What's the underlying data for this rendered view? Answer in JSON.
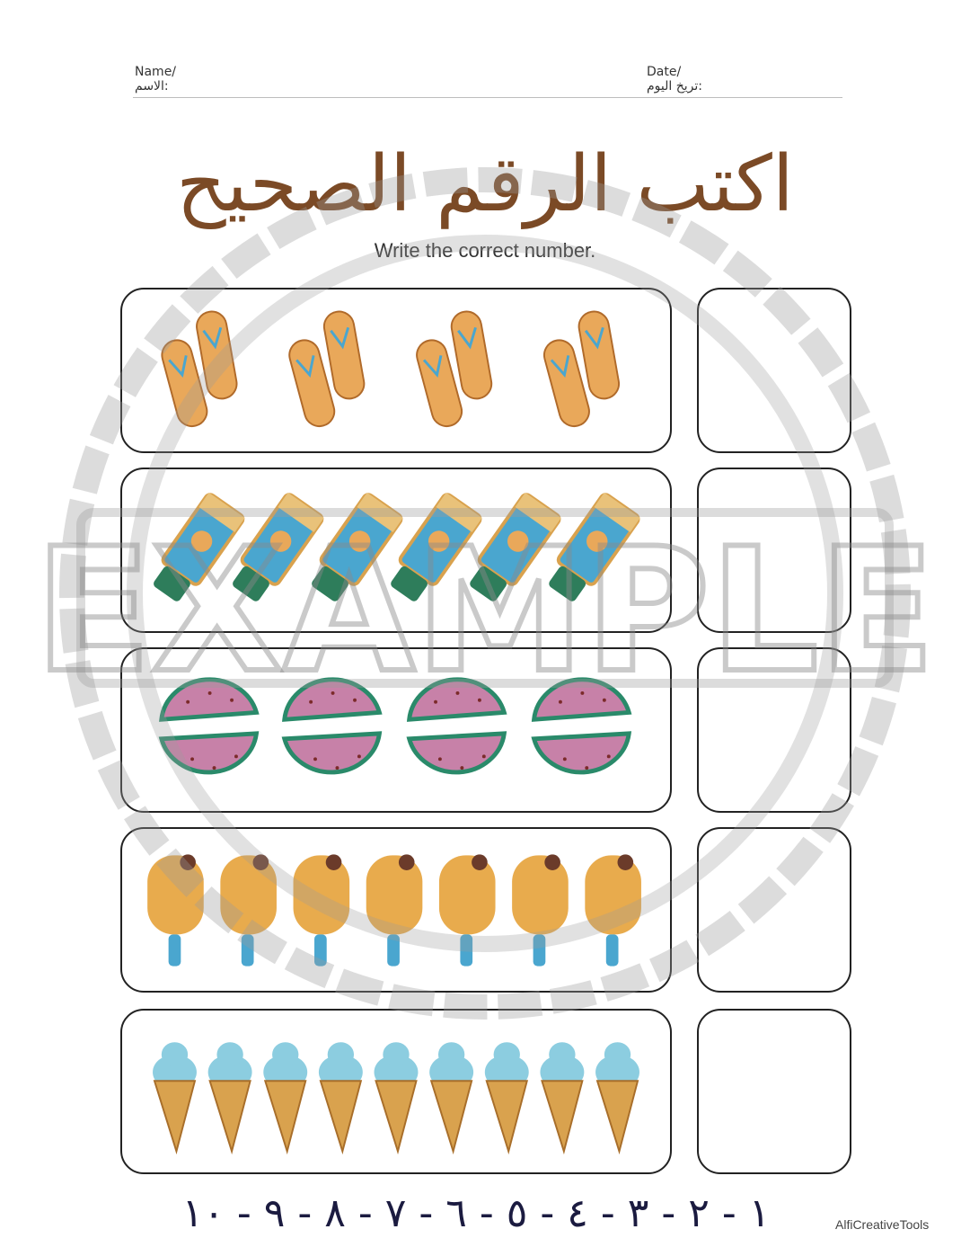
{
  "header": {
    "name_label": "Name/",
    "name_label_ar": ":الاسم",
    "date_label": "Date/",
    "date_label_ar": ":تريخ اليوم"
  },
  "title_ar": "اكتب الرقم الصحيح",
  "subtitle": "Write the correct number.",
  "rows": [
    {
      "item": "flip-flops-icon",
      "count": 8
    },
    {
      "item": "sunscreen-tube-icon",
      "count": 6
    },
    {
      "item": "watermelon-slice-icon",
      "count": 4
    },
    {
      "item": "popsicle-icon",
      "count": 7
    },
    {
      "item": "ice-cream-cone-icon",
      "count": 9
    }
  ],
  "number_line": "١ - ٢ - ٣ - ٤ - ٥ - ٦ - ٧ - ٨ - ٩ - ١٠",
  "watermark": "EXAMPLE",
  "credit": "AlfiCreativeTools",
  "colors": {
    "title": "#7b4a26",
    "number_line": "#1b1b40",
    "sandal": "#e9a85a",
    "tube_blue": "#4aa6cf",
    "tube_green": "#2e7d5b",
    "melon_pink": "#c781a8",
    "melon_rind": "#2a8a6a",
    "popsicle": "#e8ab4d",
    "cone": "#d9a24e",
    "cream": "#8ccde0"
  }
}
